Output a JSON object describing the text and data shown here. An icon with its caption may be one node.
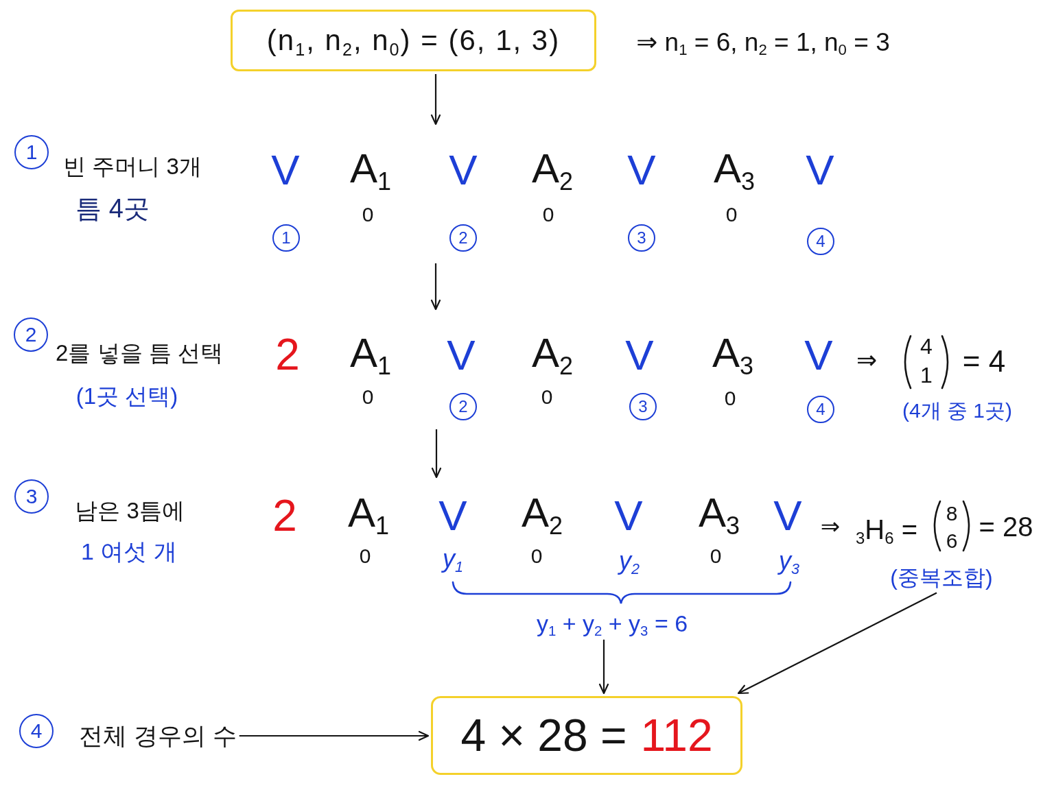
{
  "diagram": {
    "nodes": [
      {
        "text": [
          "(n$_{1}$, n$_{2}$, n$_{0}$) = (6, 1, 3)"
        ],
        "beside": [
          "⇒ n$_{1}$ = 6, n$_{2}$ = 1, n$_{0}$ = 3"
        ]
      },
      {
        "text": [
          "V",
          "A$_{1}$",
          "V",
          "A$_{2}$",
          "V",
          "A$_{3}$",
          "V",
          "0",
          "0",
          "0",
          "1",
          "2",
          "3",
          "4"
        ]
      },
      {
        "text": [
          "2",
          "A$_{1}$",
          "V",
          "A$_{2}$",
          "V",
          "A$_{3}$",
          "V",
          "0",
          "0",
          "0",
          "2",
          "3",
          "4"
        ]
      },
      {
        "text": [
          "2",
          "A$_{1}$",
          "V",
          "A$_{2}$",
          "V",
          "A$_{3}$",
          "V",
          "0",
          "y$_{1}$",
          "0",
          "y$_{2}$",
          "0",
          "y$_{3}$"
        ]
      },
      {
        "text": [
          "y$_{1}$ + y$_{2}$ + y$_{3}$ = 6"
        ]
      },
      {
        "text": [
          "(중복조합)"
        ]
      },
      {
        "text": [
          "전체 경우의 수"
        ]
      },
      {
        "text": [
          "4 × 28 =",
          "112"
        ]
      }
    ],
    "edges": [
      {
        "from": 0,
        "to": 1,
        "arrow": "to"
      },
      {
        "from": 1,
        "to": 2,
        "arrow": "to"
      },
      {
        "from": 2,
        "to": 3,
        "arrow": "to"
      },
      {
        "from": 4,
        "to": 7,
        "arrow": "to"
      },
      {
        "from": 5,
        "to": 7,
        "arrow": "to"
      },
      {
        "from": 6,
        "to": 7,
        "arrow": "to"
      }
    ],
    "labels": [
      "1",
      "빈 주머니 3개",
      "틈 4곳",
      "2",
      "2를 넣을 틈 선택",
      "(1곳 선택)",
      "⇒",
      "4",
      "1",
      "= 4",
      "(4개 중 1곳)",
      "3",
      "남은 3틈에",
      "1 여섯 개",
      "⇒",
      "$_{3}$H$_{6}$ =",
      "8",
      "6",
      "= 28",
      "4"
    ]
  }
}
